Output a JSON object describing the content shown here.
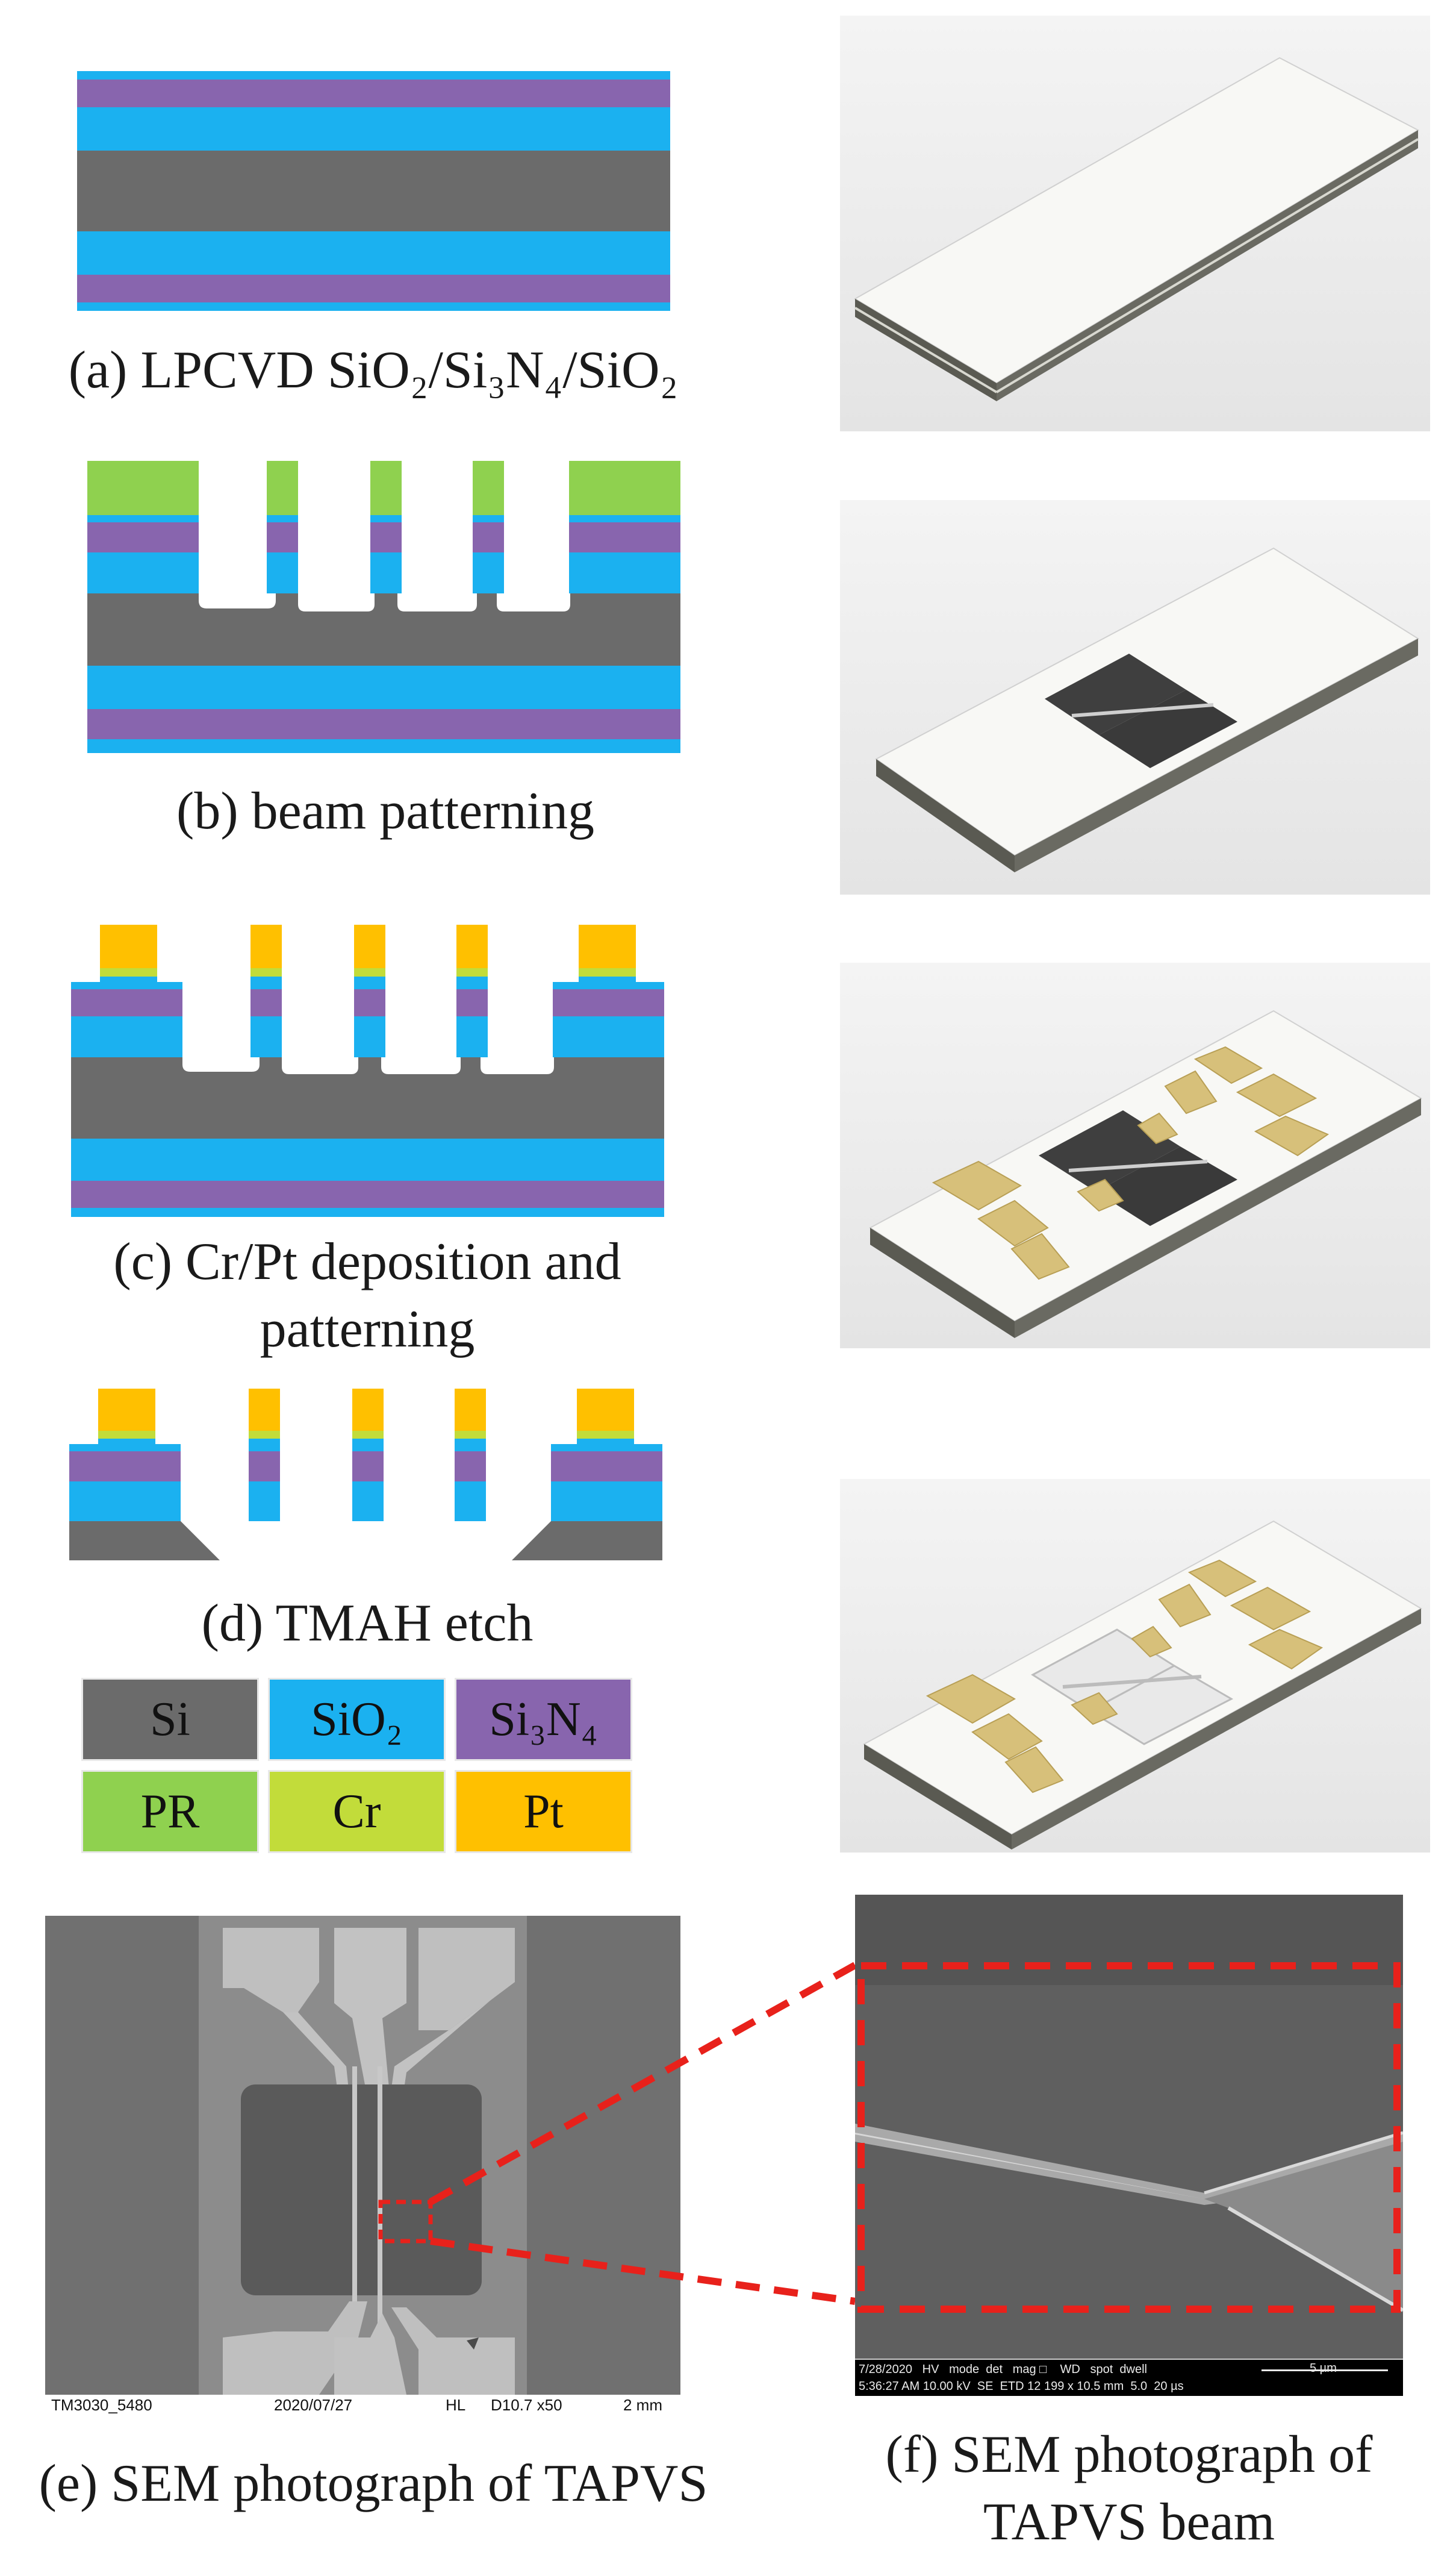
{
  "captions": {
    "a": "(a) LPCVD SiO₂/Si₃N₄/SiO₂",
    "b": "(b) beam patterning",
    "c_line1": "(c)  Cr/Pt deposition and",
    "c_line2": "patterning",
    "d": "(d) TMAH etch",
    "e": "(e) SEM photograph of TAPVS",
    "f_line1": "(f) SEM photograph of",
    "f_line2": "TAPVS beam"
  },
  "legend": [
    {
      "label": "Si",
      "color": "#6b6b6b"
    },
    {
      "label": "SiO₂",
      "color": "#1bb1f0"
    },
    {
      "label": "Si₃N₄",
      "color": "#8865ae"
    },
    {
      "label": "PR",
      "color": "#8fd14f"
    },
    {
      "label": "Cr",
      "color": "#c2dc3a"
    },
    {
      "label": "Pt",
      "color": "#ffc000"
    }
  ],
  "sem_e": {
    "id": "TM3030_5480",
    "date": "2020/07/27",
    "mode": "HL",
    "info": "D10.7 x50",
    "scale": "2 mm"
  },
  "sem_f": {
    "row1": "7/28/2020   HV   mode  det   mag □    WD   spot  dwell",
    "row2": "5:36:27 AM 10.00 kV  SE  ETD 12 199 x 10.5 mm  5.0  20 µs",
    "scale": "5 µm"
  },
  "colors": {
    "si": "#6b6b6b",
    "sio2": "#1bb1f0",
    "si3n4": "#8865ae",
    "pr": "#8fd14f",
    "cr": "#c2dc3a",
    "pt": "#ffc000",
    "zoom_box": "#e8211b"
  }
}
